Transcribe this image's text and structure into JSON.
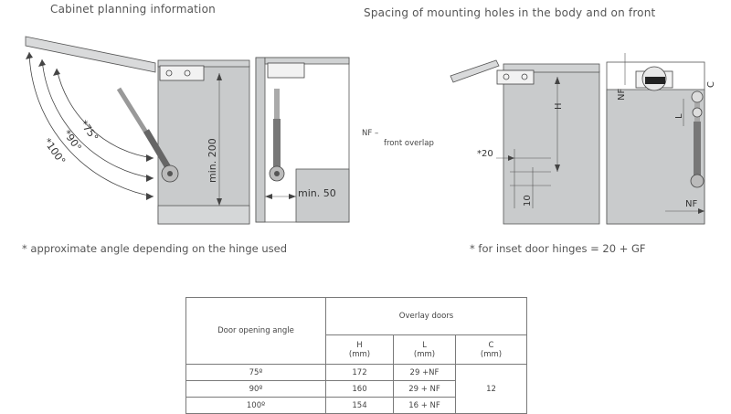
{
  "left_section": {
    "title": "Cabinet planning information",
    "angle_labels": [
      "*75°",
      "*90°",
      "*100°"
    ],
    "dim_min_200": "min. 200",
    "dim_min_50": "min. 50",
    "footnote": "* approximate angle depending on the hinge used"
  },
  "right_section": {
    "title": "Spacing of mounting holes in the body and on front",
    "nf_legend_line1": "NF –",
    "nf_legend_line2": "front overlap",
    "labels": {
      "h": "H",
      "twenty": "*20",
      "ten": "10",
      "nf": "NF",
      "l": "L",
      "c": "C"
    },
    "footnote": "* for inset door hinges = 20 + GF"
  },
  "table": {
    "angle_header": "Door opening angle",
    "group_header": "Overlay doors",
    "columns": [
      {
        "name": "H",
        "unit": "(mm)"
      },
      {
        "name": "L",
        "unit": "(mm)"
      },
      {
        "name": "C",
        "unit": "(mm)"
      }
    ],
    "rows": [
      {
        "angle": "75º",
        "h": "172",
        "l": "29 +NF"
      },
      {
        "angle": "90º",
        "h": "160",
        "l": "29 + NF"
      },
      {
        "angle": "100º",
        "h": "154",
        "l": "16 + NF"
      }
    ],
    "c_value": "12"
  }
}
